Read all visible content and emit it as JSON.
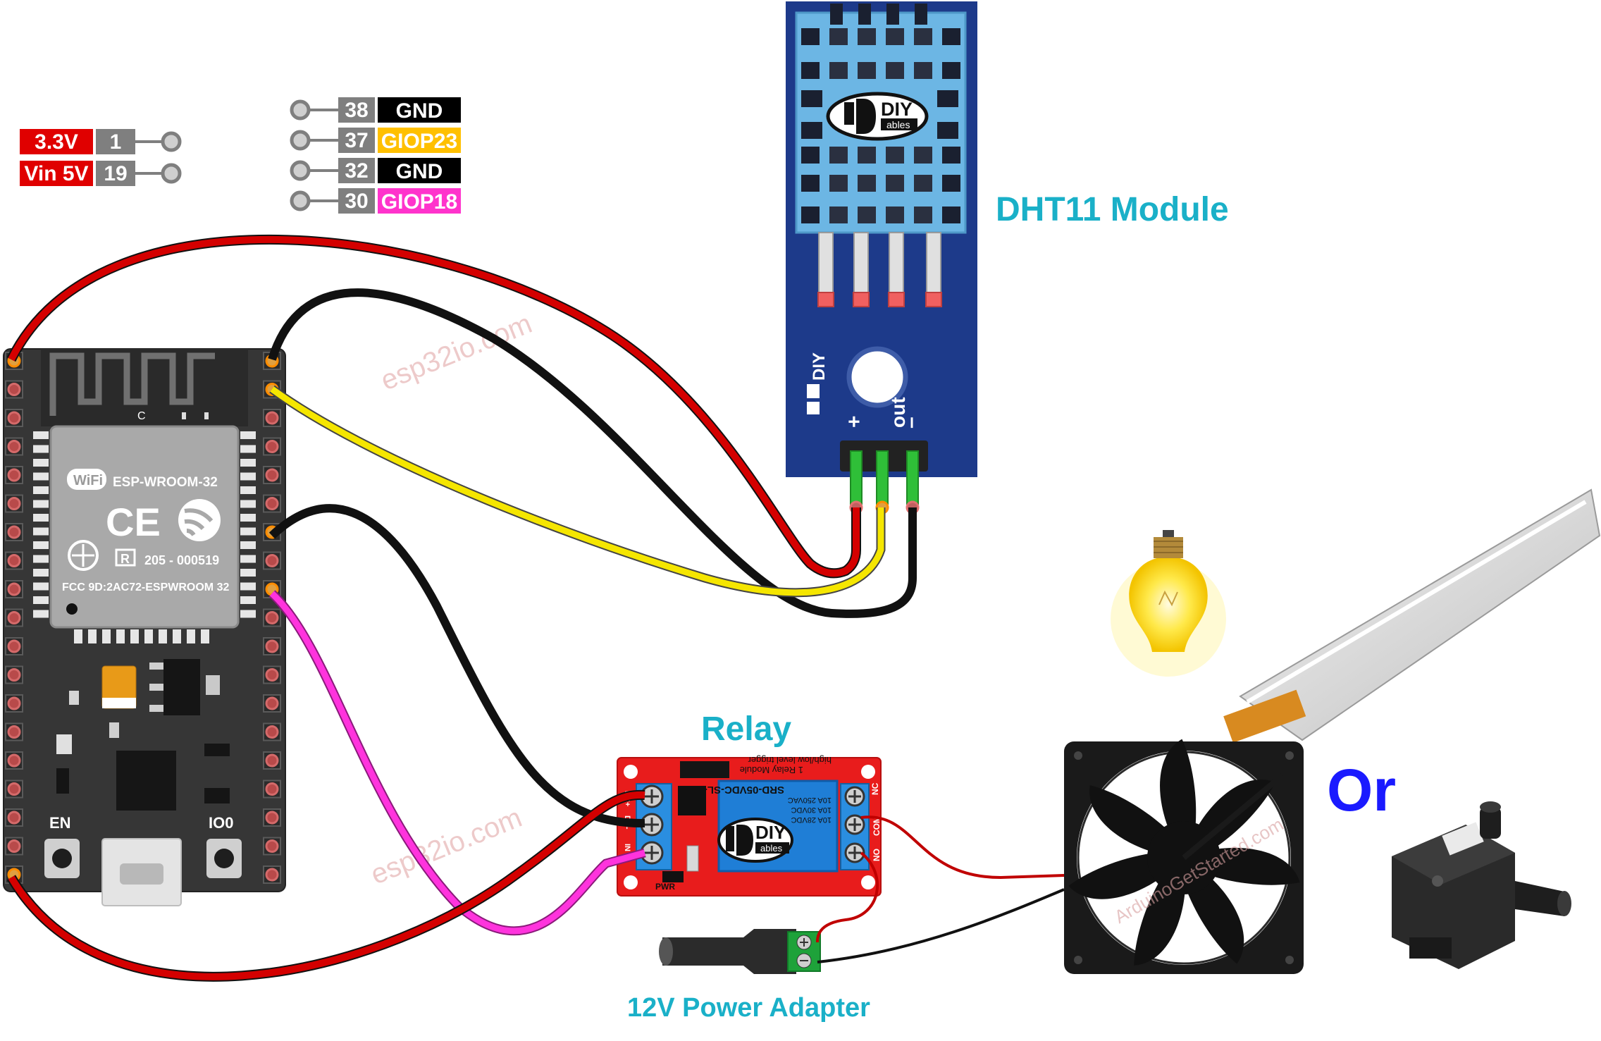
{
  "labels": {
    "dht_title": "DHT11 Module",
    "relay_title": "Relay",
    "adapter_title": "12V Power Adapter",
    "or_text": "Or"
  },
  "watermarks": {
    "esp32io": "esp32io.com",
    "arduino": "ArduinoGetStarted.com"
  },
  "pin_legend_left": [
    {
      "name": "3.3V",
      "num": "1",
      "name_color": "#e00000"
    },
    {
      "name": "Vin 5V",
      "num": "19",
      "name_color": "#e00000"
    }
  ],
  "pin_legend_right": [
    {
      "num": "38",
      "name": "GND",
      "name_color": "#000000",
      "text_color": "#ffffff"
    },
    {
      "num": "37",
      "name": "GIOP23",
      "name_color": "#ffc000",
      "text_color": "#ffffff"
    },
    {
      "num": "32",
      "name": "GND",
      "name_color": "#000000",
      "text_color": "#ffffff"
    },
    {
      "num": "30",
      "name": "GIOP18",
      "name_color": "#ff33cc",
      "text_color": "#ffffff"
    }
  ],
  "esp32": {
    "module_name": "ESP-WROOM-32",
    "wifi_badge": "WiFi",
    "ce_mark": "CE",
    "reg_mark": "R",
    "reg_code": "205 - 000519",
    "fcc_text": "FCC 9D:2AC72-ESPWROOM 32",
    "c_mark": "C",
    "en_label": "EN",
    "io0_label": "IO0"
  },
  "dht11": {
    "brand_main": "DIY",
    "brand_sub": "ables",
    "pin_plus": "+",
    "pin_out": "out",
    "pin_minus": "–"
  },
  "relay": {
    "module_line1": "1 Relay Module",
    "module_line2": "high/low level trigger",
    "part_number": "SRD-05VDC-SL-C",
    "brand_main": "DIY",
    "brand_sub": "ables",
    "pin_dc_plus": "DC+",
    "pin_dc_minus": "DC-",
    "pin_in": "IN",
    "pin_nc": "NC",
    "pin_com": "COM",
    "pin_no": "NO",
    "pwr_label": "PWR",
    "spec_lines": [
      "10A 250VAC",
      "10A 30VDC",
      "10A 28VDC"
    ]
  },
  "colors": {
    "title_teal": "#1ab0c8",
    "or_blue": "#1a1aff",
    "wire_red": "#d40000",
    "wire_black": "#111111",
    "wire_yellow": "#f5e600",
    "wire_magenta": "#ff33dd",
    "board_dark": "#3a3a3a",
    "dht_blue": "#1d3a8a",
    "relay_red": "#e81c1c"
  }
}
